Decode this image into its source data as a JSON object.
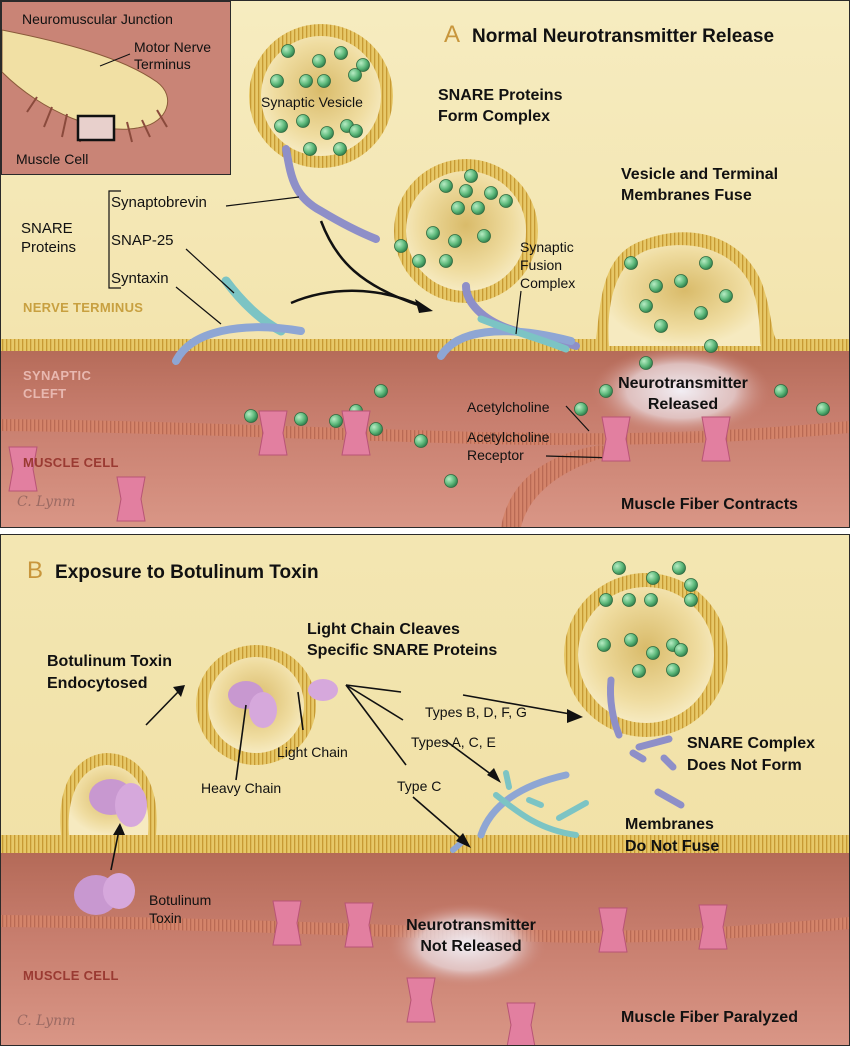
{
  "inset": {
    "title": "Neuromuscular Junction",
    "motor_nerve_terminus": [
      "Motor Nerve",
      "Terminus"
    ],
    "muscle_cell": "Muscle Cell"
  },
  "panel_a": {
    "letter": "A",
    "title": "Normal Neurotransmitter Release",
    "synaptic_vesicle": "Synaptic Vesicle",
    "snare_form": [
      "SNARE Proteins",
      "Form Complex"
    ],
    "vesicle_fuse": [
      "Vesicle and Terminal",
      "Membranes Fuse"
    ],
    "snare_proteins": [
      "SNARE",
      "Proteins"
    ],
    "synaptobrevin": "Synaptobrevin",
    "snap25": "SNAP-25",
    "syntaxin": "Syntaxin",
    "fusion_complex": [
      "Synaptic",
      "Fusion",
      "Complex"
    ],
    "nerve_terminus": "NERVE TERMINUS",
    "synaptic_cleft": [
      "SYNAPTIC",
      "CLEFT"
    ],
    "muscle_cell": "MUSCLE CELL",
    "nt_released": [
      "Neurotransmitter",
      "Released"
    ],
    "acetylcholine": "Acetylcholine",
    "ach_receptor": [
      "Acetylcholine",
      "Receptor"
    ],
    "muscle_contracts": "Muscle Fiber Contracts",
    "signature": "C. Lynm"
  },
  "panel_b": {
    "letter": "B",
    "title": "Exposure to Botulinum Toxin",
    "endocytosed": [
      "Botulinum Toxin",
      "Endocytosed"
    ],
    "light_chain_cleaves": [
      "Light Chain Cleaves",
      "Specific SNARE Proteins"
    ],
    "light_chain": "Light Chain",
    "heavy_chain": "Heavy Chain",
    "types_bdfg": "Types B, D, F, G",
    "types_ace": "Types A, C, E",
    "type_c": "Type C",
    "snare_not_form": [
      "SNARE Complex",
      "Does Not Form"
    ],
    "membranes_not_fuse": [
      "Membranes",
      "Do Not Fuse"
    ],
    "botulinum_toxin": [
      "Botulinum",
      "Toxin"
    ],
    "nt_not_released": [
      "Neurotransmitter",
      "Not Released"
    ],
    "muscle_cell": "MUSCLE CELL",
    "paralyzed": "Muscle Fiber Paralyzed",
    "signature": "C. Lynm"
  },
  "colors": {
    "nerve": "#f3e6b0",
    "membrane": "#d9b24a",
    "cleft": "#b9705f",
    "muscle": "#d08a7c",
    "neurotransmitter": "#5cb87a",
    "synaptobrevin": "#8e8fc8",
    "snap25": "#7cc4c4",
    "receptor": "#e27fa0",
    "toxin": "#c898d0",
    "accent_letter": "#c8963c",
    "region_nerve": "#c8a040",
    "region_cleft": "#e8b8b0",
    "region_muscle": "#9a3a32"
  }
}
